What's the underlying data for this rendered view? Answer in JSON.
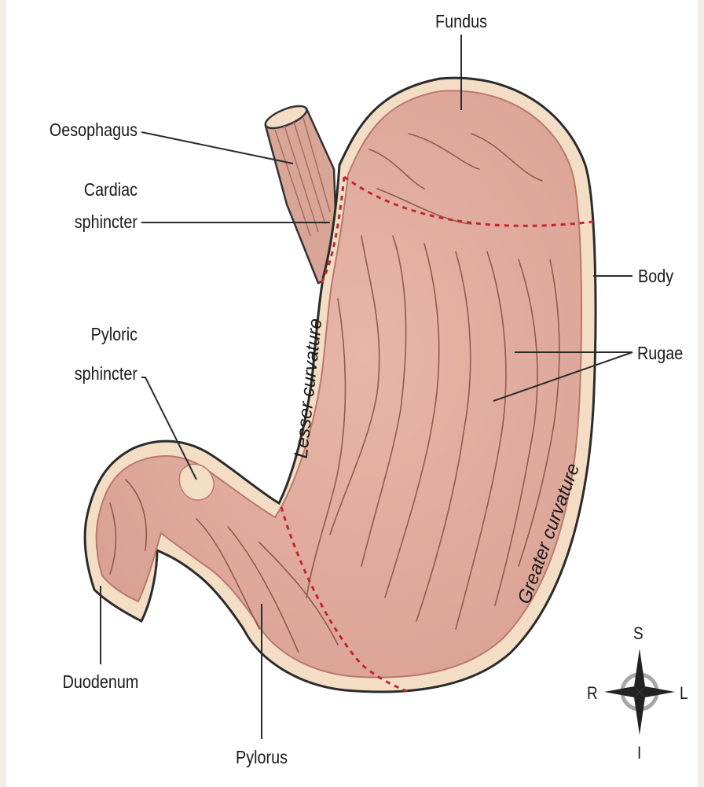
{
  "labels": {
    "fundus": "Fundus",
    "oesophagus": "Oesophagus",
    "cardiac_line1": "Cardiac",
    "cardiac_line2": "sphincter",
    "body": "Body",
    "pyloric_line1": "Pyloric",
    "pyloric_line2": "sphincter",
    "rugae": "Rugae",
    "duodenum": "Duodenum",
    "pylorus": "Pylorus",
    "lesser_curvature": "Lesser curvature",
    "greater_curvature": "Greater curvature"
  },
  "compass": {
    "s": "S",
    "i": "I",
    "r": "R",
    "l": "L"
  },
  "colors": {
    "mucosa": "#e2ab9d",
    "wall": "#f3ddc4",
    "boundary_dash": "#c2272d",
    "fold_lines": "#8f5a50"
  },
  "icons": [
    "compass-rose-icon"
  ]
}
